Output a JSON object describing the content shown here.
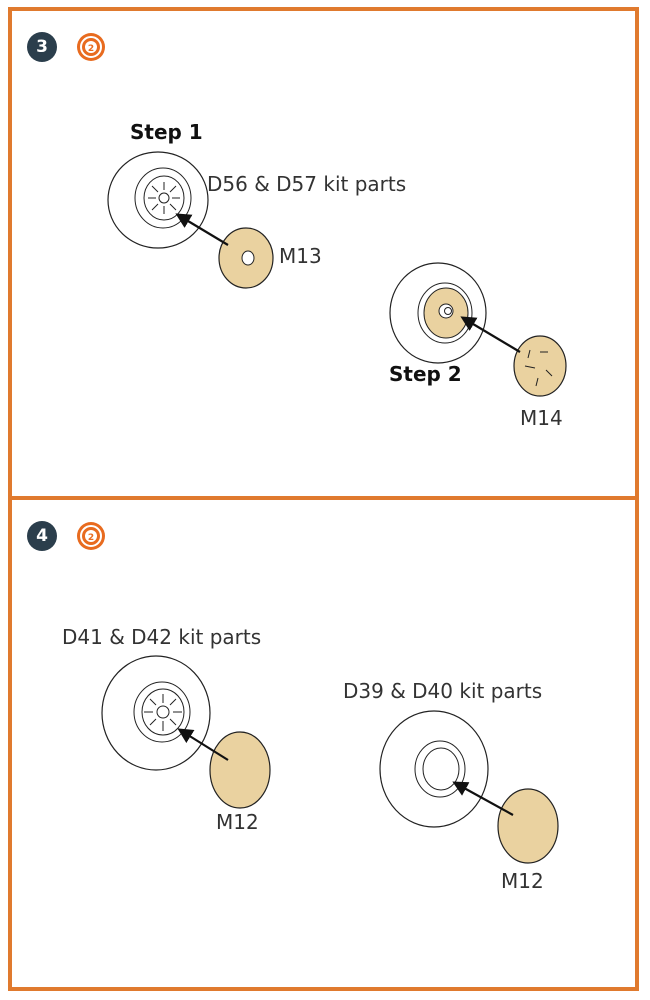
{
  "panels": [
    {
      "step_number": "3",
      "labels": {
        "step1": "Step 1",
        "step1_parts": "D56 & D57 kit parts",
        "step1_part": "M13",
        "step2": "Step 2",
        "step2_part": "M14"
      }
    },
    {
      "step_number": "4",
      "labels": {
        "left_parts": "D41 & D42 kit parts",
        "left_part": "M12",
        "right_parts": "D39 & D40 kit parts",
        "right_part": "M12"
      }
    }
  ],
  "icons": [
    "glue-icon",
    "arrow-icon",
    "wheel-icon",
    "disc-icon"
  ],
  "colors": {
    "frame": "#e07a2e",
    "badge": "#2b3e4c",
    "resin_part": "#ead2a0",
    "glue_icon": "#e86b1f"
  }
}
